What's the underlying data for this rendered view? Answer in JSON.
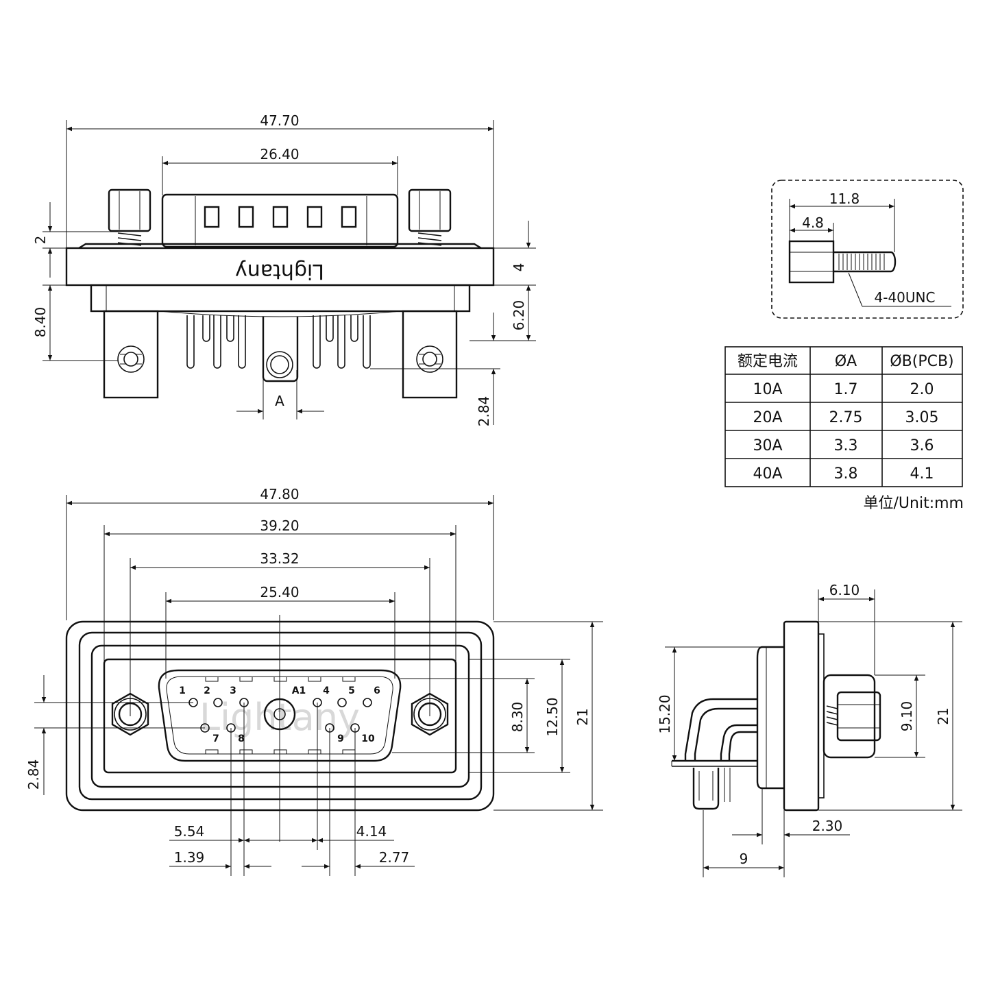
{
  "top_view": {
    "dims": {
      "overall_width": "47.70",
      "shell_width": "26.40",
      "d2": "2",
      "d840": "8.40",
      "d4": "4",
      "d620": "6.20",
      "d284": "2.84",
      "a_label": "A"
    },
    "logo": "Lightany"
  },
  "front_view": {
    "dims": {
      "overall_width": "47.80",
      "mount_spacing": "39.20",
      "d3332": "33.32",
      "d2540": "25.40",
      "d830": "8.30",
      "d1250": "12.50",
      "d21": "21",
      "d284": "2.84",
      "d554": "5.54",
      "d139": "1.39",
      "d414": "4.14",
      "d277": "2.77"
    },
    "pins_top": [
      "1",
      "2",
      "3",
      "A1",
      "4",
      "5",
      "6"
    ],
    "pins_bottom": [
      "7",
      "8",
      "9",
      "10"
    ]
  },
  "side_view": {
    "dims": {
      "d610": "6.10",
      "d1520": "15.20",
      "d910": "9.10",
      "d21": "21",
      "d230": "2.30",
      "d9": "9"
    }
  },
  "screw_detail": {
    "dims": {
      "total": "11.8",
      "hex": "4.8"
    },
    "thread": "4-40UNC"
  },
  "spec_table": {
    "headers": [
      "额定电流",
      "ØA",
      "ØB(PCB)"
    ],
    "rows": [
      [
        "10A",
        "1.7",
        "2.0"
      ],
      [
        "20A",
        "2.75",
        "3.05"
      ],
      [
        "30A",
        "3.3",
        "3.6"
      ],
      [
        "40A",
        "3.8",
        "4.1"
      ]
    ],
    "unit_note": "单位/Unit:mm"
  }
}
